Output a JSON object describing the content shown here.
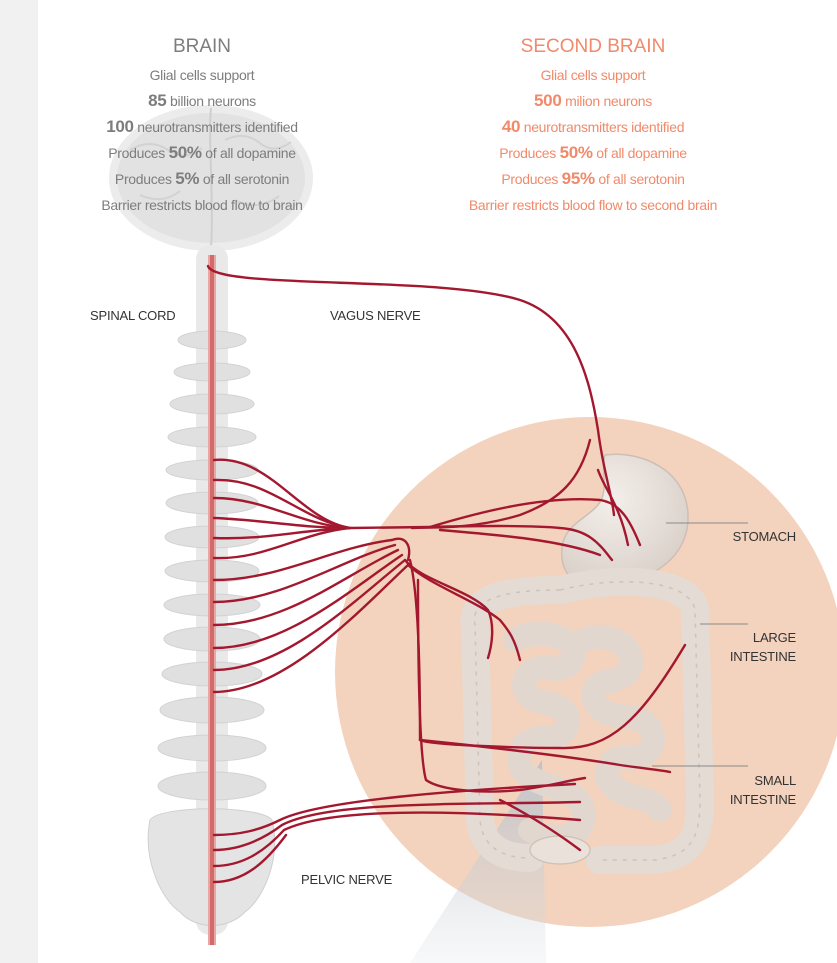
{
  "brain": {
    "title": "BRAIN",
    "lines": [
      {
        "pre": "Glial cells support",
        "big": "",
        "post": ""
      },
      {
        "pre": "",
        "big": "85",
        "post": " billion neurons"
      },
      {
        "pre": "",
        "big": "100",
        "post": " neurotransmitters identified"
      },
      {
        "pre": "Produces ",
        "big": "50%",
        "post": " of all dopamine"
      },
      {
        "pre": "Produces ",
        "big": "5%",
        "post": " of all serotonin"
      },
      {
        "pre": "Barrier restricts blood flow to brain",
        "big": "",
        "post": ""
      }
    ]
  },
  "second_brain": {
    "title": "SECOND BRAIN",
    "lines": [
      {
        "pre": "Glial cells support",
        "big": "",
        "post": ""
      },
      {
        "pre": "",
        "big": "500",
        "post": "  milion neurons"
      },
      {
        "pre": "",
        "big": "40",
        "post": " neurotransmitters identified"
      },
      {
        "pre": "Produces ",
        "big": "50%",
        "post": " of all dopamine"
      },
      {
        "pre": "Produces ",
        "big": "95%",
        "post": " of all serotonin"
      },
      {
        "pre": "Barrier restricts blood flow to second brain",
        "big": "",
        "post": ""
      }
    ]
  },
  "labels": {
    "spinal_cord": "SPINAL CORD",
    "vagus_nerve": "VAGUS NERVE",
    "pelvic_nerve": "PELVIC NERVE",
    "stomach": "STOMACH",
    "large_intestine_1": "LARGE",
    "large_intestine_2": "INTESTINE",
    "small_intestine_1": "SMALL",
    "small_intestine_2": "INTESTINE"
  },
  "colors": {
    "nerve": "#a3182f",
    "second_brain_text": "#f08a6b",
    "brain_text": "#7d7d7d",
    "gut_circle": "#f3d3bd"
  }
}
